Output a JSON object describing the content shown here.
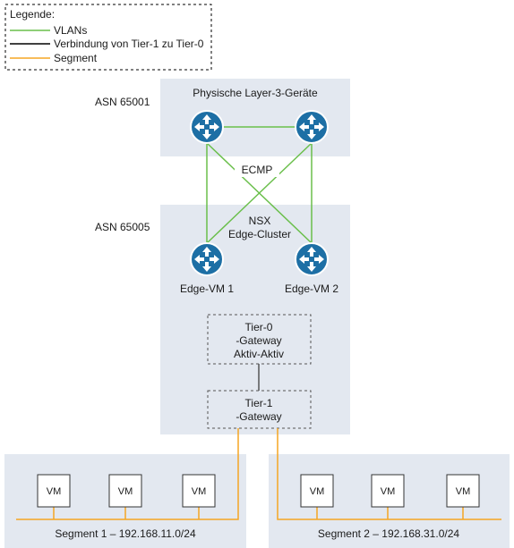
{
  "legend": {
    "title": "Legende:",
    "items": [
      {
        "label": "VLANs",
        "color": "#6abf4b"
      },
      {
        "label": "Verbindung von Tier-1 zu Tier-0",
        "color": "#000000"
      },
      {
        "label": "Segment",
        "color": "#f5a623"
      }
    ]
  },
  "asn_top": "ASN 65001",
  "asn_bottom": "ASN 65005",
  "physical_group": {
    "title": "Physische Layer-3-Geräte"
  },
  "ecmp_label": "ECMP",
  "edge_cluster": {
    "title_line1": "NSX",
    "title_line2": "Edge-Cluster",
    "vm1": "Edge-VM 1",
    "vm2": "Edge-VM 2"
  },
  "tier0": {
    "line1": "Tier-0",
    "line2": "-Gateway",
    "line3": "Aktiv-Aktiv"
  },
  "tier1": {
    "line1": "Tier-1",
    "line2": "-Gateway"
  },
  "segment1": {
    "label": "Segment 1 – 192.168.11.0/24",
    "vms": [
      "VM",
      "VM",
      "VM"
    ]
  },
  "segment2": {
    "label": "Segment 2 – 192.168.31.0/24",
    "vms": [
      "VM",
      "VM",
      "VM"
    ]
  },
  "colors": {
    "panel": "#e3e8f0",
    "router": "#1d6fa5",
    "vlan": "#6abf4b",
    "segment": "#f5a623",
    "tier_link": "#555555"
  },
  "icons": [
    "router-icon"
  ]
}
